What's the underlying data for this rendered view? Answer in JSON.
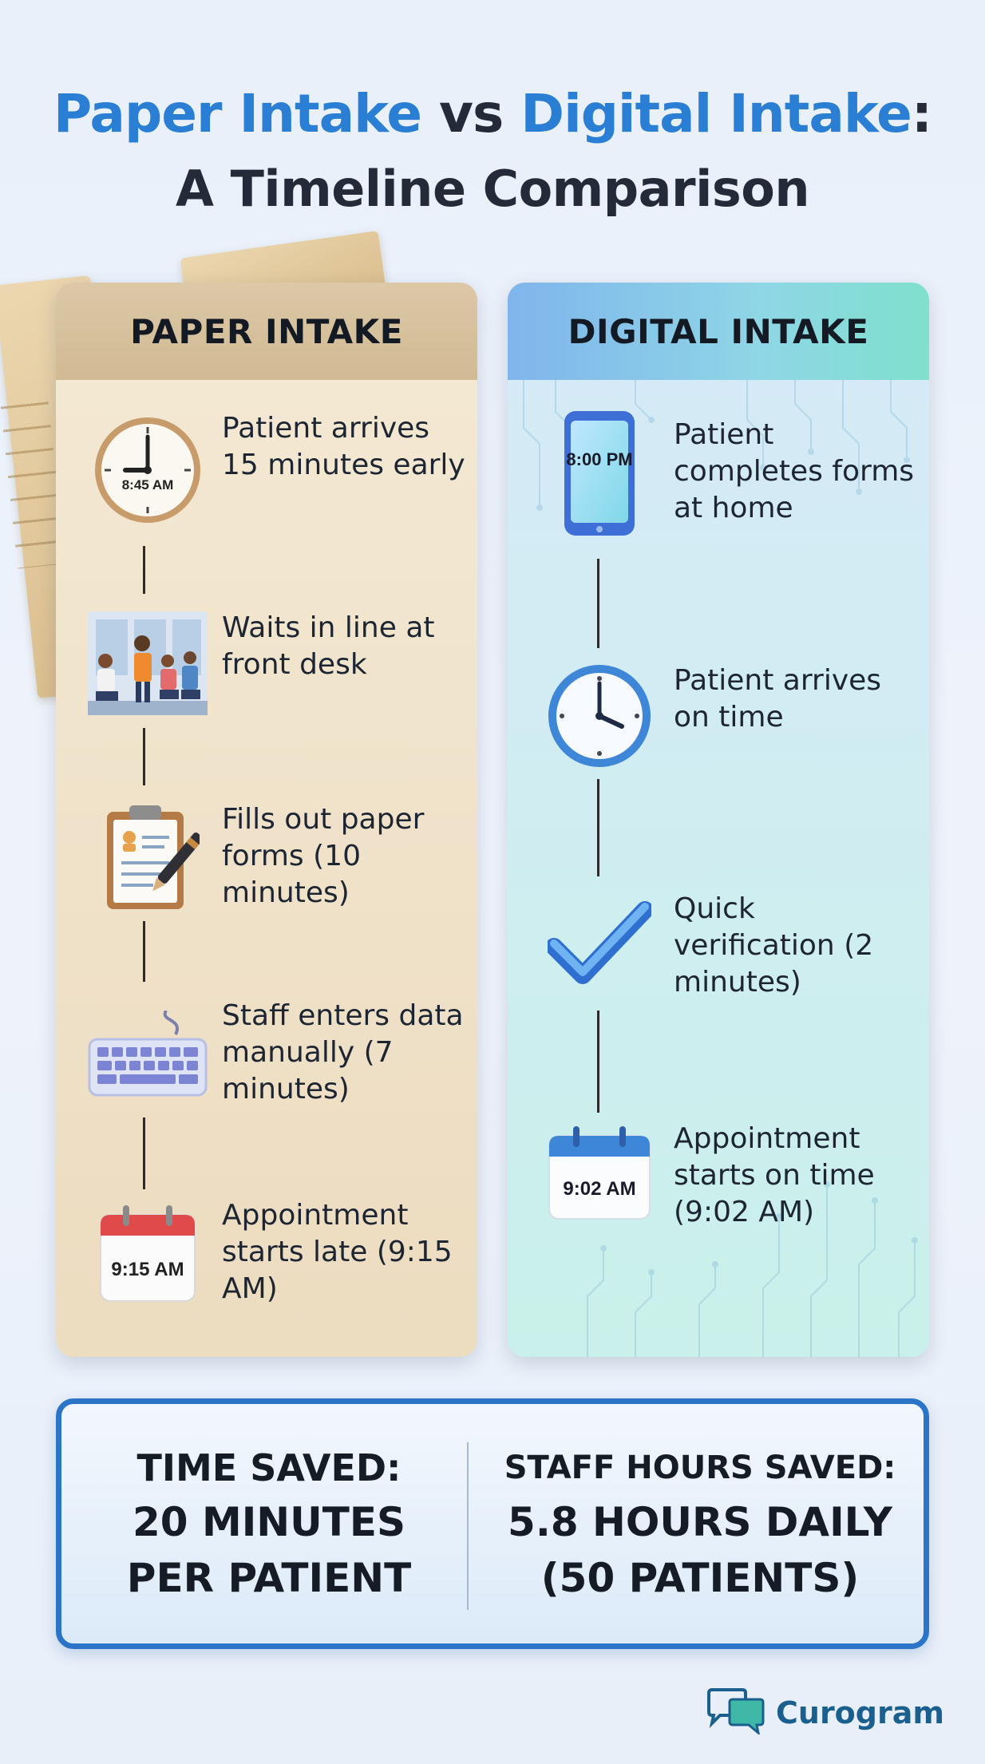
{
  "title": {
    "line1_part1": "Paper Intake",
    "line1_vs": " vs ",
    "line1_part2": "Digital Intake",
    "line1_colon": ":",
    "line2": "A Timeline Comparison"
  },
  "paper": {
    "header": "PAPER INTAKE",
    "steps": [
      {
        "icon": "clock-icon",
        "icon_label": "8:45 AM",
        "text": "Patient arrives 15 minutes early"
      },
      {
        "icon": "waiting-room-icon",
        "text": "Waits in line at front desk"
      },
      {
        "icon": "clipboard-pen-icon",
        "text": "Fills out paper forms (10 minutes)"
      },
      {
        "icon": "keyboard-icon",
        "text": "Staff enters data manually (7 minutes)"
      },
      {
        "icon": "calendar-icon",
        "icon_label": "9:15 AM",
        "text": "Appointment starts late (9:15 AM)"
      }
    ]
  },
  "digital": {
    "header": "DIGITAL INTAKE",
    "steps": [
      {
        "icon": "smartphone-icon",
        "icon_label": "8:00 PM",
        "text": "Patient completes forms at home"
      },
      {
        "icon": "clock-icon",
        "text": "Patient arrives on time"
      },
      {
        "icon": "checkmark-icon",
        "text": "Quick verification (2 minutes)"
      },
      {
        "icon": "calendar-icon",
        "icon_label": "9:02 AM",
        "text": "Appointment starts on time (9:02 AM)"
      }
    ]
  },
  "summary": {
    "time_saved_label": "TIME SAVED:",
    "time_saved_value_1": "20 MINUTES",
    "time_saved_value_2": "PER PATIENT",
    "staff_hours_label": "STAFF HOURS SAVED:",
    "staff_hours_value_1": "5.8 HOURS DAILY",
    "staff_hours_value_2": "(50 PATIENTS)"
  },
  "logo": {
    "icon": "chat-bubbles-icon",
    "text": "Curogram"
  },
  "colors": {
    "title_blue": "#2a7fd4",
    "summary_border": "#2b74c8",
    "paper_header": "#d6c19d",
    "digital_header": "#8fd6e6",
    "calendar_red": "#e04a4a",
    "calendar_blue": "#3d86d8",
    "check_blue": "#3d86d8",
    "logo_teal": "#1b5f8f"
  }
}
